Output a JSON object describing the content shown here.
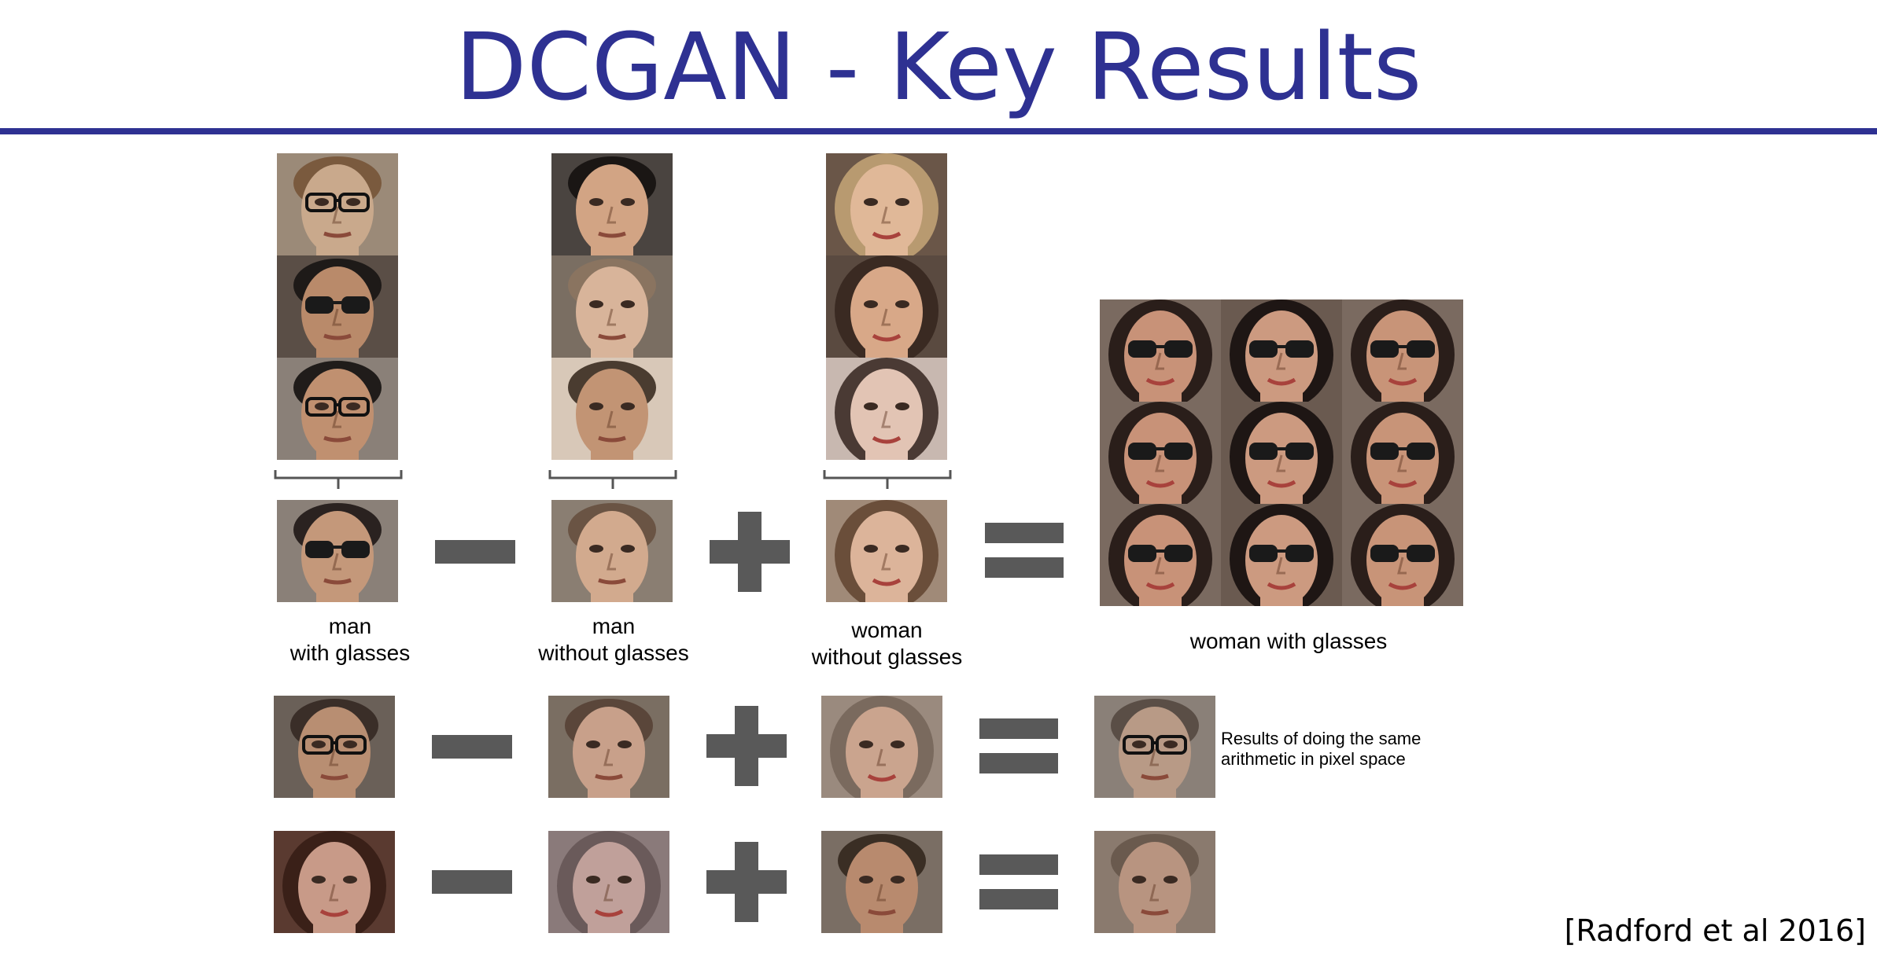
{
  "slide": {
    "title": "DCGAN - Key Results",
    "citation": "[Radford et al 2016]"
  },
  "captions": {
    "man_with_glasses": [
      "man",
      "with glasses"
    ],
    "man_without_glasses": [
      "man",
      "without glasses"
    ],
    "woman_without_glasses": [
      "woman",
      "without glasses"
    ],
    "woman_with_glasses": "woman with glasses"
  },
  "pixel_space_note": [
    "Results of doing the same",
    "arithmetic in pixel space"
  ],
  "operators": [
    "minus",
    "plus",
    "equals"
  ],
  "colors": {
    "title": "#2e3192",
    "operator": "#595959"
  }
}
